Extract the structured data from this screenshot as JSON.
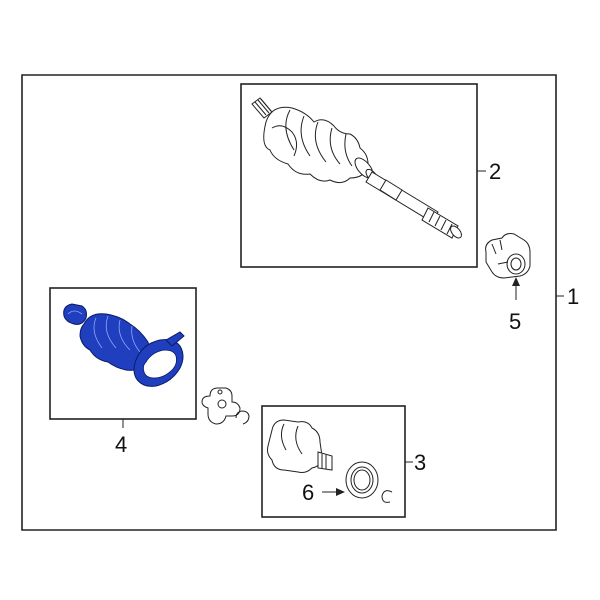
{
  "callouts": {
    "c1": "1",
    "c2": "2",
    "c3": "3",
    "c4": "4",
    "c5": "5",
    "c6": "6"
  },
  "colors": {
    "highlight": "#1f3fbf",
    "line": "#222222"
  },
  "highlighted_part": "4"
}
